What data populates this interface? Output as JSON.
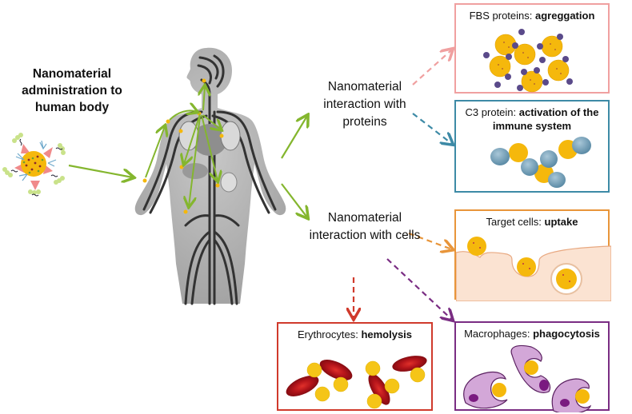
{
  "title": "Nanomaterial administration to human body",
  "nodes": {
    "proteins": "Nanomaterial interaction with proteins",
    "cells": "Nanomaterial interaction with cells"
  },
  "boxes": [
    {
      "id": "fbs",
      "label": "FBS proteins: ",
      "bold": "agreggation",
      "color": "#f0a0a0"
    },
    {
      "id": "c3",
      "label": "C3 protein: ",
      "bold": "activation of the immune system",
      "color": "#3d8aa6"
    },
    {
      "id": "target",
      "label": "Target cells: ",
      "bold": "uptake",
      "color": "#e8953a"
    },
    {
      "id": "macro",
      "label": "Macrophages: ",
      "bold": "phagocytosis",
      "color": "#7a2d83"
    },
    {
      "id": "ery",
      "label": "Erythrocytes: ",
      "bold": "hemolysis",
      "color": "#d03a2c"
    }
  ],
  "colors": {
    "arrow_green": "#84b62e",
    "nanoparticle": "#f5b80c",
    "body_gray": "#b5b5b5",
    "vessel": "#333333"
  }
}
